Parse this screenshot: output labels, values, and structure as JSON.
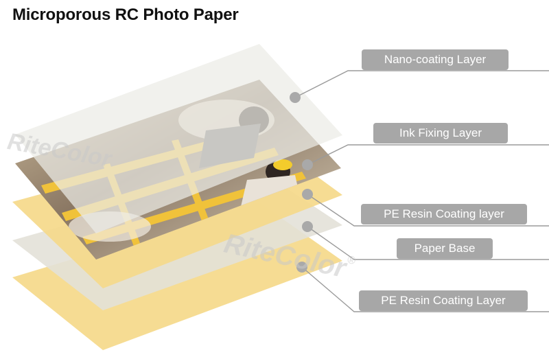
{
  "title": "Microporous RC Photo Paper",
  "layers": [
    {
      "label": "Nano-coating Layer"
    },
    {
      "label": "Ink Fixing Layer"
    },
    {
      "label": "PE Resin Coating layer"
    },
    {
      "label": "Paper Base"
    },
    {
      "label": "PE Resin Coating Layer"
    }
  ],
  "watermark": "RiteColor",
  "watermark_mark": "®",
  "colors": {
    "coating_sheet": "#ecebe6",
    "resin_sheet": "#f5d98a",
    "paper_base": "#e3e1d8",
    "label_bg": "#a7a7a7",
    "leader_line": "#9a9a9a",
    "dot": "#a9a9a9"
  }
}
